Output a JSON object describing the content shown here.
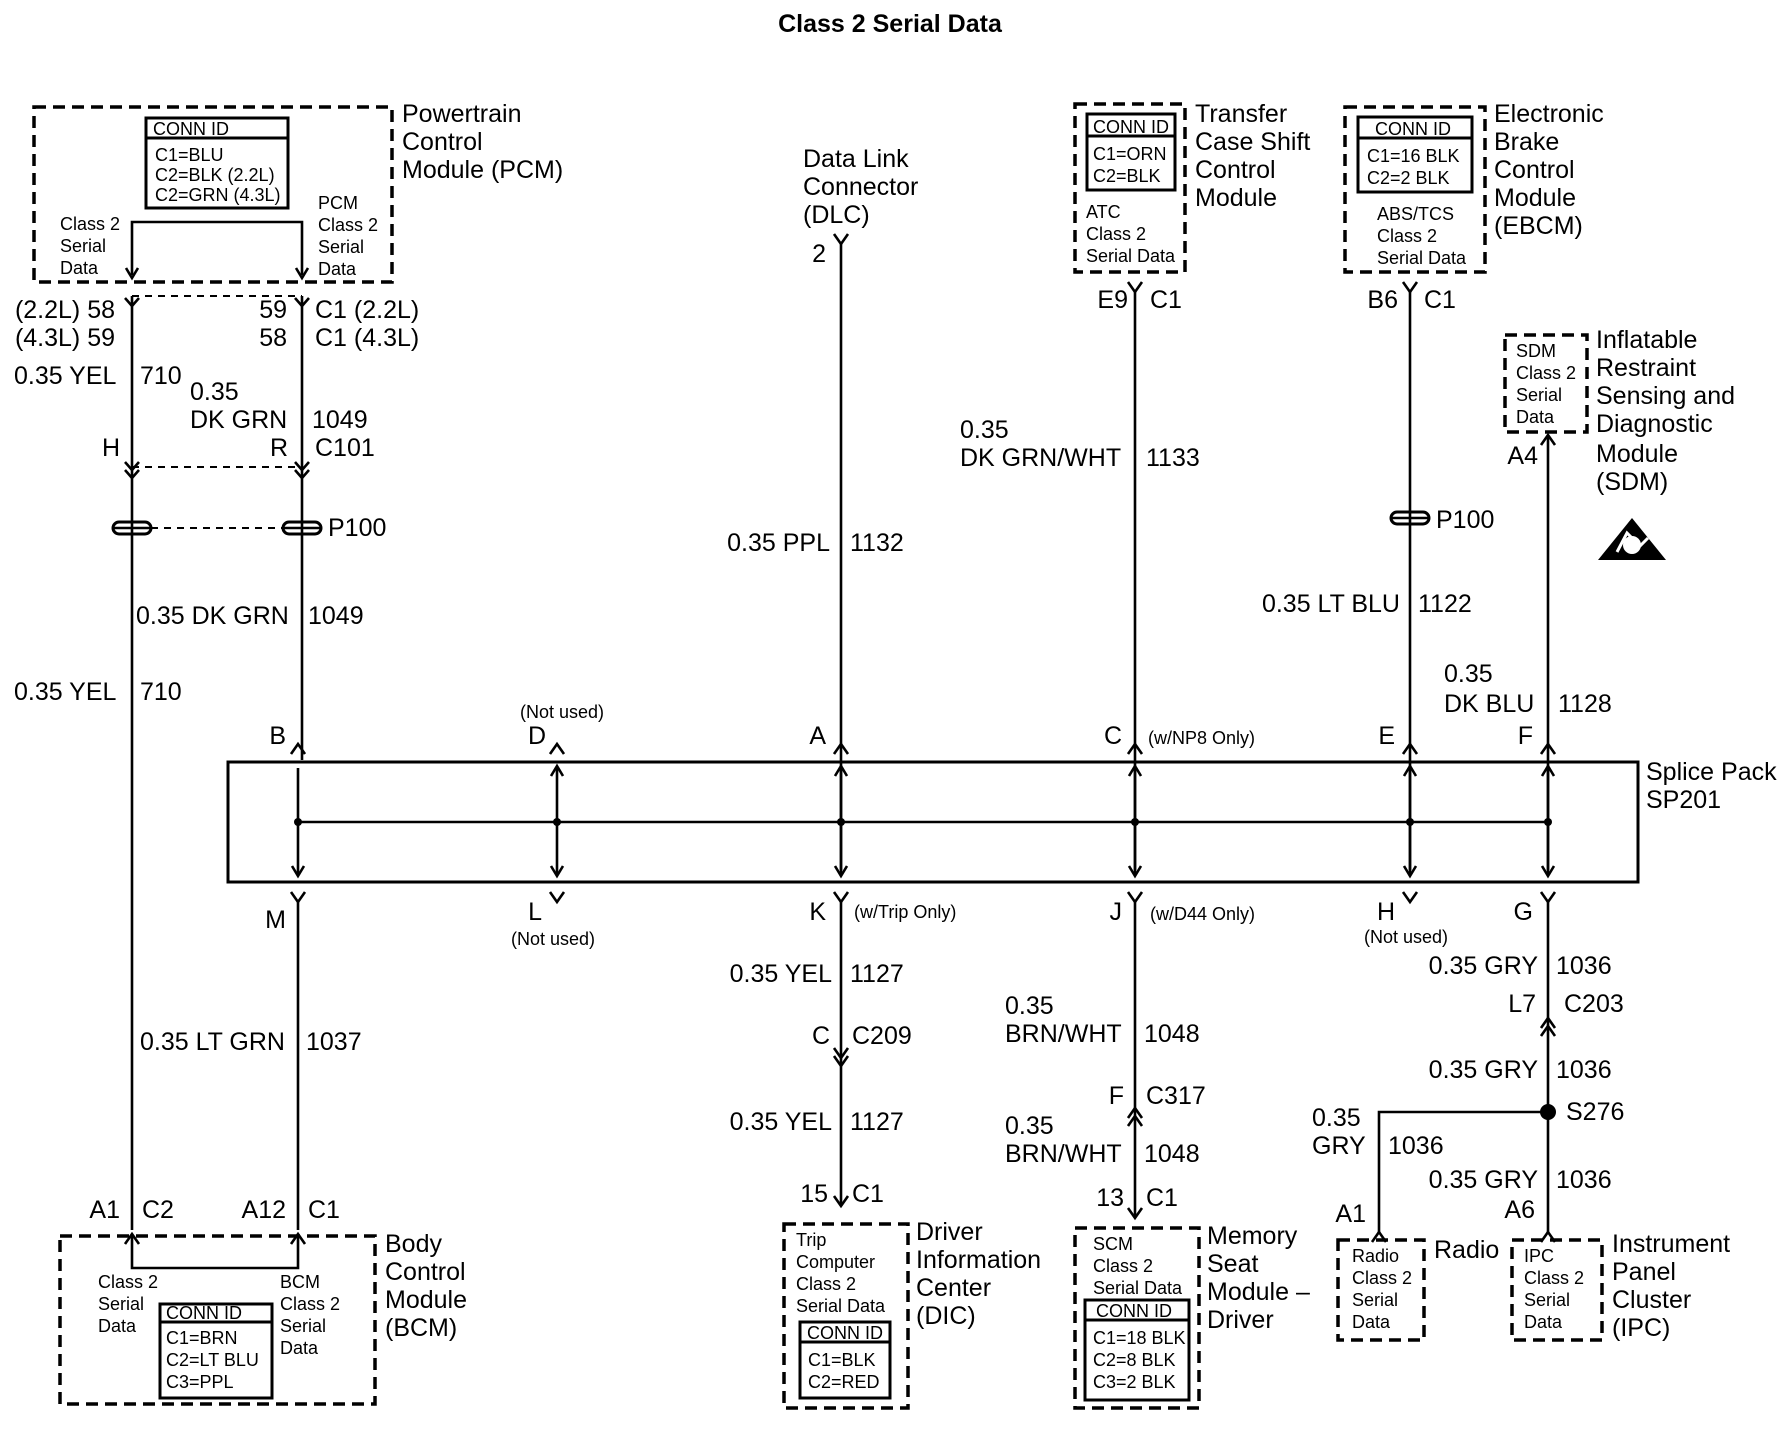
{
  "title": "Class 2 Serial Data",
  "pcm": {
    "name": [
      "Powertrain",
      "Control",
      "Module (PCM)"
    ],
    "conn_id": [
      "CONN ID",
      "C1=BLU",
      "C2=BLK (2.2L)",
      "C2=GRN (4.3L)"
    ],
    "left_label": [
      "Class 2",
      "Serial",
      "Data"
    ],
    "right_label": [
      "PCM",
      "Class 2",
      "Serial",
      "Data"
    ],
    "pin_l1": "(2.2L) 58",
    "pin_l2": "(4.3L) 59",
    "pin_r1": "59",
    "pin_r1c": "C1 (2.2L)",
    "pin_r2": "58",
    "pin_r2c": "C1 (4.3L)",
    "wire_l": "0.35 YEL",
    "circ_l": "710",
    "wire_r": [
      "0.35",
      "DK GRN"
    ],
    "circ_r": "1049",
    "c101_l": "H",
    "c101_r": "R",
    "c101": "C101",
    "p100": "P100",
    "wire_r2": "0.35 DK GRN",
    "circ_r2": "1049",
    "wire_l2": "0.35 YEL",
    "circ_l2": "710"
  },
  "dlc": {
    "name": [
      "Data Link",
      "Connector",
      "(DLC)"
    ],
    "pin": "2",
    "wire": "0.35 PPL",
    "circ": "1132"
  },
  "tccm": {
    "name": [
      "Transfer",
      "Case Shift",
      "Control",
      "Module"
    ],
    "conn_id": [
      "CONN ID",
      "C1=ORN",
      "C2=BLK"
    ],
    "label": [
      "ATC",
      "Class 2",
      "Serial Data"
    ],
    "pin": "E9",
    "conn": "C1",
    "wire": [
      "0.35",
      "DK GRN/WHT"
    ],
    "circ": "1133"
  },
  "ebcm": {
    "name": [
      "Electronic",
      "Brake",
      "Control",
      "Module",
      "(EBCM)"
    ],
    "conn_id": [
      "CONN ID",
      "C1=16 BLK",
      "C2=2 BLK"
    ],
    "label": [
      "ABS/TCS",
      "Class 2",
      "Serial Data"
    ],
    "pin": "B6",
    "conn": "C1",
    "p100": "P100",
    "wire": "0.35 LT BLU",
    "circ": "1122"
  },
  "sdm": {
    "name": [
      "Inflatable",
      "Restraint",
      "Sensing and",
      "Diagnostic",
      "Module",
      "(SDM)"
    ],
    "label": [
      "SDM",
      "Class 2",
      "Serial",
      "Data"
    ],
    "pin": "A4",
    "wire": [
      "0.35",
      "DK BLU"
    ],
    "circ": "1128"
  },
  "splice": {
    "name": [
      "Splice Pack",
      "SP201"
    ],
    "not_used": "(Not used)",
    "top": [
      "B",
      "D",
      "A",
      "C",
      "E",
      "F"
    ],
    "top_note_c": "(w/NP8 Only)",
    "bottom": [
      "M",
      "L",
      "K",
      "J",
      "H",
      "G"
    ],
    "note_k": "(w/Trip Only)",
    "note_j": "(w/D44 Only)"
  },
  "bcm": {
    "name": [
      "Body",
      "Control",
      "Module",
      "(BCM)"
    ],
    "conn_id": [
      "CONN ID",
      "C1=BRN",
      "C2=LT BLU",
      "C3=PPL"
    ],
    "left_label": [
      "Class 2",
      "Serial",
      "Data"
    ],
    "right_label": [
      "BCM",
      "Class 2",
      "Serial",
      "Data"
    ],
    "pin_l": "A1",
    "conn_l": "C2",
    "pin_r": "A12",
    "conn_r": "C1",
    "wire": "0.35 LT GRN",
    "circ": "1037"
  },
  "dic": {
    "name": [
      "Driver",
      "Information",
      "Center",
      "(DIC)"
    ],
    "label": [
      "Trip",
      "Computer",
      "Class 2",
      "Serial Data"
    ],
    "conn_id": [
      "CONN ID",
      "C1=BLK",
      "C2=RED"
    ],
    "wire1": "0.35 YEL",
    "circ1": "1127",
    "c209_pin": "C",
    "c209": "C209",
    "wire2": "0.35 YEL",
    "circ2": "1127",
    "pin": "15",
    "conn": "C1"
  },
  "msm": {
    "name": [
      "Memory",
      "Seat",
      "Module –",
      "Driver"
    ],
    "label": [
      "SCM",
      "Class 2",
      "Serial Data"
    ],
    "conn_id": [
      "CONN ID",
      "C1=18 BLK",
      "C2=8 BLK",
      "C3=2 BLK"
    ],
    "wire1": [
      "0.35",
      "BRN/WHT"
    ],
    "circ1": "1048",
    "c317_pin": "F",
    "c317": "C317",
    "wire2": [
      "0.35",
      "BRN/WHT"
    ],
    "circ2": "1048",
    "pin": "13",
    "conn": "C1"
  },
  "ipc_branch": {
    "wire1": "0.35 GRY",
    "circ1": "1036",
    "c203_pin": "L7",
    "c203": "C203",
    "wire2": "0.35 GRY",
    "circ2": "1036",
    "s276": "S276",
    "radio_wire": [
      "0.35",
      "GRY"
    ],
    "radio_circ": "1036",
    "wire3": "0.35 GRY",
    "circ3": "1036"
  },
  "radio": {
    "name": "Radio",
    "label": [
      "Radio",
      "Class 2",
      "Serial",
      "Data"
    ],
    "pin": "A1"
  },
  "ipc": {
    "name": [
      "Instrument",
      "Panel",
      "Cluster",
      "(IPC)"
    ],
    "label": [
      "IPC",
      "Class 2",
      "Serial",
      "Data"
    ],
    "pin": "A6"
  }
}
